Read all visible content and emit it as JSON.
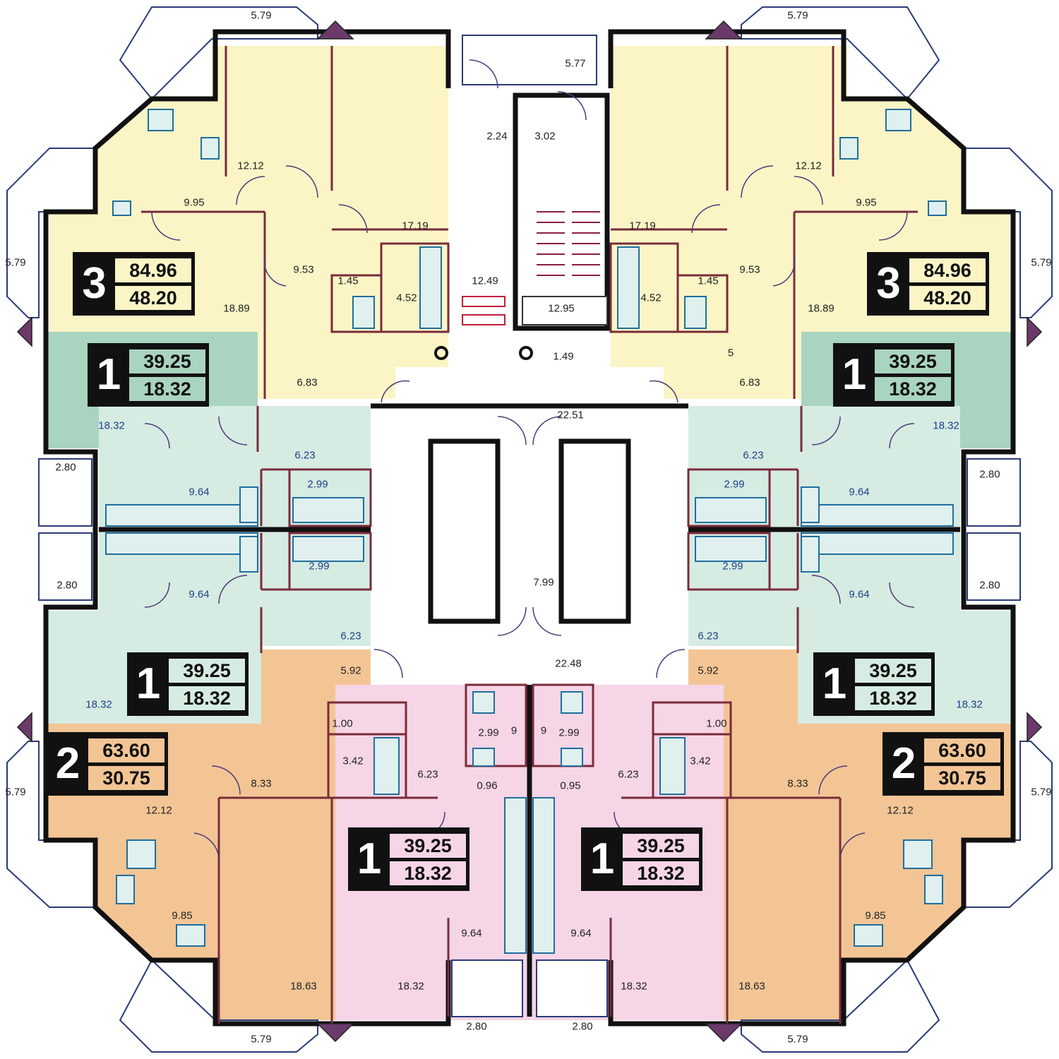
{
  "colors": {
    "three_room": "#fbf5c6",
    "one_room_green": "#a9d4c0",
    "one_room_green_light": "#d6ebe2",
    "two_room": "#f3c595",
    "one_room_pink": "#f6d5e6",
    "hall": "#ffffff",
    "wall": "#111111",
    "partition": "#7a2b3a",
    "balcony": "#ffffff",
    "fixture": "#1f6e9e"
  },
  "units": {
    "nw_three": {
      "rooms": "3",
      "total": "84.96",
      "living": "48.20"
    },
    "ne_three": {
      "rooms": "3",
      "total": "84.96",
      "living": "48.20"
    },
    "w_upper_one": {
      "rooms": "1",
      "total": "39.25",
      "living": "18.32"
    },
    "e_upper_one": {
      "rooms": "1",
      "total": "39.25",
      "living": "18.32"
    },
    "w_lower_one": {
      "rooms": "1",
      "total": "39.25",
      "living": "18.32"
    },
    "e_lower_one": {
      "rooms": "1",
      "total": "39.25",
      "living": "18.32"
    },
    "sw_two": {
      "rooms": "2",
      "total": "63.60",
      "living": "30.75"
    },
    "se_two": {
      "rooms": "2",
      "total": "63.60",
      "living": "30.75"
    },
    "s_left_one": {
      "rooms": "1",
      "total": "39.25",
      "living": "18.32"
    },
    "s_right_one": {
      "rooms": "1",
      "total": "39.25",
      "living": "18.32"
    }
  },
  "labels": {
    "bal_nw_top": "5.79",
    "bal_ne_top": "5.79",
    "bal_w_top": "5.79",
    "bal_e_top": "5.79",
    "bal_w_bottom": "5.79",
    "bal_e_bottom": "5.79",
    "bal_sw_bottom": "5.79",
    "bal_se_bottom": "5.79",
    "top_vestibule": "5.77",
    "tambour_left": "2.24",
    "tambour_right": "3.02",
    "nw_kitchen": "12.12",
    "ne_kitchen": "12.12",
    "nw_room_small": "9.95",
    "ne_room_small": "9.95",
    "nw_bedroom": "17.19",
    "ne_bedroom": "17.19",
    "nw_hall": "9.53",
    "ne_hall": "9.53",
    "nw_wc": "1.45",
    "ne_wc": "1.45",
    "nw_bath": "4.52",
    "ne_bath": "4.52",
    "nw_living": "18.89",
    "ne_living": "18.89",
    "nw_corridor": "6.83",
    "ne_corridor": "6.83",
    "ne_mark": "5",
    "lift_hall": "12.49",
    "stair": "12.95",
    "duct": "1.49",
    "hall_top": "22.51",
    "hall_mid": "7.99",
    "hall_bottom": "22.48",
    "w1_room": "18.32",
    "e1_room": "18.32",
    "w1_hall": "6.23",
    "e1_hall": "6.23",
    "w1_loggia": "2.80",
    "e1_loggia": "2.80",
    "w1_kitchen": "9.64",
    "e1_kitchen": "9.64",
    "w1_bath": "2.99",
    "e1_bath": "2.99",
    "w2_bath": "2.99",
    "e2_bath": "2.99",
    "w2_loggia": "2.80",
    "e2_loggia": "2.80",
    "w2_kitchen": "9.64",
    "e2_kitchen": "9.64",
    "w2_hall": "6.23",
    "e2_hall": "6.23",
    "w2_room": "18.32",
    "e2_room": "18.32",
    "sw_corridor": "5.92",
    "se_corridor": "5.92",
    "sw_wc": "1.00",
    "se_wc": "1.00",
    "sw_bath": "3.42",
    "se_bath": "3.42",
    "sw_hall": "8.33",
    "se_hall": "8.33",
    "sw_kitchen_label": "12.12",
    "se_kitchen_label": "12.12",
    "sw_kitchen": "9.85",
    "se_kitchen": "9.85",
    "sw_room": "18.63",
    "se_room": "18.63",
    "s_left_bath": "2.99",
    "s_right_bath": "2.99",
    "s_left_shaft": "9",
    "s_right_shaft": "9",
    "s_left_hall": "6.23",
    "s_right_hall": "6.23",
    "s_left_small": "0.96",
    "s_right_small": "0.95",
    "s_left_kitchen": "9.64",
    "s_right_kitchen": "9.64",
    "s_left_room": "18.32",
    "s_right_room": "18.32",
    "s_left_loggia": "2.80",
    "s_right_loggia": "2.80"
  }
}
